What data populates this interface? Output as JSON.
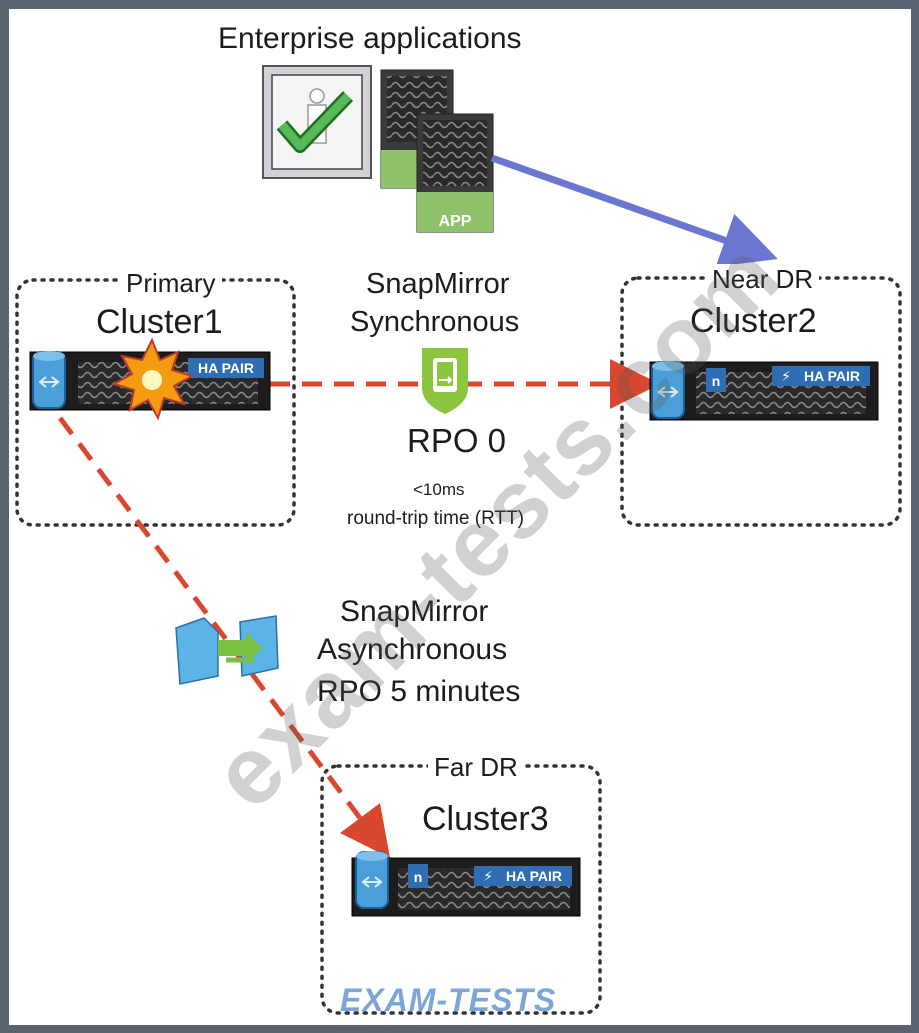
{
  "header": {
    "title": "Enterprise applications"
  },
  "app_server": {
    "badge": "APP"
  },
  "primary": {
    "role": "Primary",
    "cluster": "Cluster1",
    "badge": "HA PAIR"
  },
  "near_dr": {
    "role": "Near DR",
    "cluster": "Cluster2",
    "badge": "HA PAIR"
  },
  "far_dr": {
    "role": "Far DR",
    "cluster": "Cluster3",
    "badge": "HA PAIR"
  },
  "sync_link": {
    "line1": "SnapMirror",
    "line2": "Synchronous",
    "rpo": "RPO 0",
    "latency": "<10ms",
    "latency_desc": "round-trip time (RTT)"
  },
  "async_link": {
    "line1": "SnapMirror",
    "line2": "Asynchronous",
    "rpo": "RPO 5 minutes"
  },
  "watermark": "exam-tests.com",
  "brand": "EXAM-TESTS",
  "colors": {
    "frame": "#5a6370",
    "sync_arrow": "#d9472f",
    "app_arrow": "#6b76d0",
    "ha_badge": "#2f6db5",
    "shield": "#8cc63f",
    "check": "#3a9b3a"
  }
}
